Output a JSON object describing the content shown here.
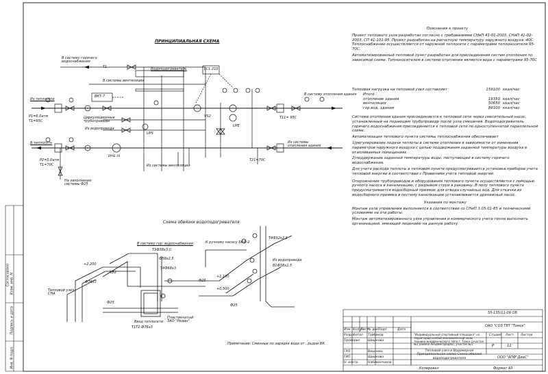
{
  "schema_title": "ПРИНЦИПИАЛЬНАЯ СХЕМА",
  "routing_title": "Схема обвязки водоподогревателя",
  "routing_note": "Примечание: Сменные по зарядке вода от . рьдни ВК.",
  "notes_title": "Пояснения к проекту",
  "notes": {
    "p1": "Проект теплового узла разработан согласно с требованиями СНиП 41-01-2003, СНиП 41-02-2003, СП 41-101-95. Проект разработан на расчетную температуру наружного воздуха -40С. Теплоснабжение осуществляется от наружной теплосети с параметрами теплоносителя  95-70С.",
    "p2": "Автоматизированный тепловой пункт разработан для присоединения систем отопления по зависимой схеме. Теплоносителем в системе отопления является вода с параметрами  95-70С",
    "load_head": "Тепловая нагрузка на тепловой узел составляет",
    "load_total": "159100",
    "load_total_unit": "ккал/час",
    "incl": "Итого :",
    "rows": [
      {
        "label": "отопление здания",
        "value": "19350",
        "unit": "ккал/час"
      },
      {
        "label": "вентиляция",
        "value": "50650",
        "unit": "ккал/час"
      },
      {
        "label": "гор.вод. здания",
        "value": "89100",
        "unit": "ккал/час"
      }
    ],
    "p3": "Система отопления здания присоединяется к тепловой сети через смесительный насос, установленный на подающем трубопроводе после узла смешения. Водоподогреватель горячего водоснабжения присоединяется к тепловой сети по одноступенчатой параллельной схеме.",
    "p4": "Автоматизация теплового пункта системы теплоснабжения обеспечивает",
    "p5": "1)регулирование подачи теплоты в системе отопления в зависимости от изменения параметров наружного воздуха с целью поддержания заданной температуры воздуха в отапливаемых помещениях",
    "p6": "2)поддержание заданной температуры воды, поступающей в систему горячего водоснабжения.",
    "p7": "Для учета расхода теплоты в тепловом пункте предусматривается установка приборов учета тепловой энергии в соответствии с Правилами учета тепловой энергии.",
    "p8": "Опорожнение трубопроводов и оборудования теплового пункта осуществляется с помощью ручного насоса в канализацию, с разрывом струи в раковину. В полу теплового пункта предусматривается водосборный приямок для отвода случайных вод. Для откачки из водосборного приямка в систему канализации устанавливается дренажный насос.",
    "mount_title": "Указания по монтажу",
    "p9": "Монтаж узла управления выполняется в соответствии со СНиП 3.05.01-85 и техническими условиями на эти работы.",
    "p10": "Монтаж автоматизированного узла управления и коммерческого учета тепла выполнить организацией, имеющей лицензию на данную работу."
  },
  "schema_labels": {
    "hw_supply": "В систему горячего водоснабжения",
    "t1_out": "Т1",
    "heat_ex": "Водоподогреватель",
    "ecl": "ECL 210",
    "vent1": "В системы вентиляции",
    "vkt": "ВКТ-7",
    "inlet_t1": "Из теплосети",
    "p1": "Р1=6,0атм",
    "t1_95": "Т1=95С",
    "cw_supply": "Циркуляционные трубопроводы",
    "from_water": "Из водопровода",
    "to_heat_sys": "В систему отопления здания",
    "from_heat_sys": "Из системы отопления здания",
    "t11": "Т11= 95С",
    "t21": "Т21=70С",
    "vs2": "VS2",
    "upe": "UPE",
    "ups": "UPS",
    "return_t2": "В теплосеть",
    "p2": "Р2=5,0атм",
    "t2_70": "Т1=70С",
    "vent2": "Из системы вентиляции",
    "fill": "На заполнение системы Ф25",
    "ba": "ВРАБ-16"
  },
  "routing_labels": {
    "hw_sys": "В систему гор. водоснабжения",
    "t3": "Т3Ф38х3.0",
    "to_pump": "К ручному насосу БКФ-2",
    "t4": "Т4Ф32х2,5",
    "d58": "Ф58х2,5",
    "d25": "Ф25",
    "from_water": "Из водопровода",
    "b1": "В1Ф38х2,5",
    "elev_2200": "+2,200",
    "elev_1100": "+1,100",
    "elev_0500": "+0,500",
    "vb2": "VB2",
    "t4_68": "Т4Ф68х3",
    "d76": "Ф76х3",
    "heat_node": "Тепловой узел СНА",
    "in_sys": "Ввод теплосети",
    "t1t2": "Т1Т2 Ф76х3",
    "plate": "Пластинчатый ЗАО \"Ридан\"",
    "d25b": "Ф25",
    "h_hl": "Ф25"
  },
  "tb": {
    "code": "55-135/11-09 ОВ",
    "org": "ОАО \"СОЗ ТВТ \"Томск\"",
    "project": "\"Индивидуальный спортивный площадка\" на территории особой экономической зоны технико-внедренческого типа г. Томск (участок №1 района Академгородок), участок №3.",
    "sheet_name": "Тепловой узел и Водомерная Принципиальная схема Схема обвязки водоподогревателя",
    "stage_h": "Стадия",
    "sheet_h": "Лист",
    "sheets_h": "Листов",
    "stage": "Р",
    "sheet": "11",
    "company": "ООО \"АПФ\"ДиаС\"",
    "copy": "Копировал",
    "fmt": "Формат А3",
    "hdrs": [
      "Изм.",
      "Кол.уч",
      "Лист",
      "№ док.",
      "Подп.",
      "Дата"
    ],
    "people": [
      {
        "role": "Разработал",
        "name": "Тайбеков"
      },
      {
        "role": "Проверил",
        "name": "Шишкова"
      },
      {
        "role": "ГАП",
        "name": "Вишнева"
      },
      {
        "role": "ГИП",
        "name": "Шишкова"
      },
      {
        "role": "Н. контр",
        "name": "Набиванчиков"
      }
    ]
  },
  "sidebar": {
    "agreed": "Согласовано",
    "inv": "Взам. инв. N",
    "sign": "Подпись и дата",
    "inv2": "Инв. N подл."
  }
}
